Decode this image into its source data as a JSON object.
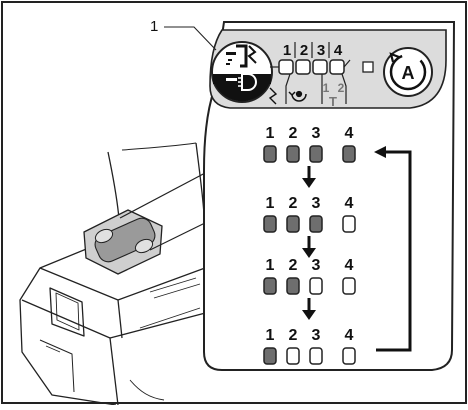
{
  "callout": {
    "number": "1"
  },
  "panel": {
    "top_digits": [
      "1",
      "2",
      "3",
      "4"
    ],
    "low_labels": [
      "1",
      "2",
      "T"
    ],
    "mode_badge": "A",
    "icons": [
      "impact-mode-icon",
      "light-icon",
      "rotation-mode-icon",
      "auto-mode-icon"
    ]
  },
  "sequence": {
    "column_labels": [
      "1",
      "2",
      "3",
      "4"
    ],
    "rows": [
      {
        "lit": [
          true,
          true,
          true,
          true
        ]
      },
      {
        "lit": [
          true,
          true,
          true,
          false
        ]
      },
      {
        "lit": [
          true,
          true,
          false,
          false
        ]
      },
      {
        "lit": [
          true,
          false,
          false,
          false
        ]
      }
    ],
    "colors": {
      "lit": "#6e6e6e",
      "unlit": "#ffffff",
      "stroke": "#222222"
    }
  }
}
